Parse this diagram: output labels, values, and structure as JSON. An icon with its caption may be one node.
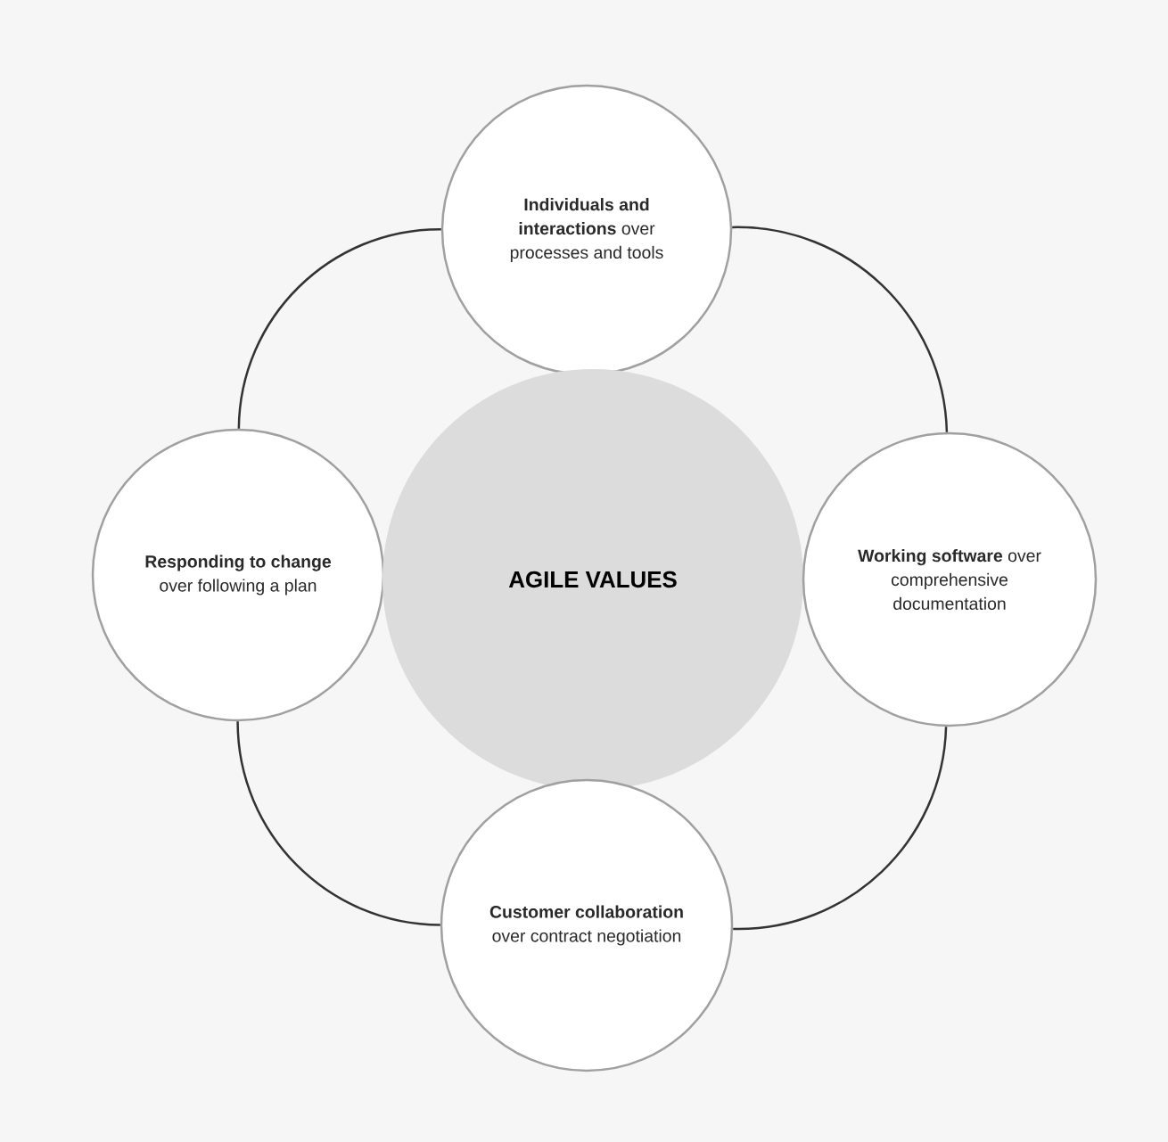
{
  "diagram": {
    "nodes": [
      {
        "text": [
          "**Individuals and interactions** over processes and tools"
        ]
      },
      {
        "text": [
          "**Responding to change** over following a plan"
        ]
      },
      {
        "text": [
          "AGILE VALUES"
        ]
      },
      {
        "text": [
          "**Working software** over comprehensive documentation"
        ]
      },
      {
        "text": [
          "**Customer collaboration** over contract negotiation"
        ]
      }
    ],
    "edges": [
      {
        "from": 0,
        "to": 3,
        "arrow": "none"
      },
      {
        "from": 3,
        "to": 4,
        "arrow": "none"
      },
      {
        "from": 4,
        "to": 1,
        "arrow": "none"
      },
      {
        "from": 1,
        "to": 0,
        "arrow": "none"
      }
    ]
  }
}
